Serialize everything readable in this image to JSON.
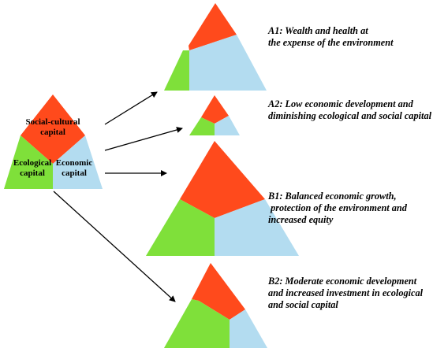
{
  "colors": {
    "social_cultural": "#ff4a1c",
    "ecological": "#7fe03a",
    "economic": "#b3dcf0",
    "arrow": "#000000",
    "text": "#000000"
  },
  "source_triangle": {
    "social_label_line1": "Social-cultural",
    "social_label_line2": "capital",
    "ecological_label_line1": "Ecological",
    "ecological_label_line2": "capital",
    "economic_label_line1": "Economic",
    "economic_label_line2": "capital"
  },
  "scenarios": [
    {
      "code": "A1",
      "line1": "A1: Wealth and health at",
      "line2": "the expense of the environment",
      "line3": ""
    },
    {
      "code": "A2",
      "line1": "A2: Low economic development and",
      "line2": "diminishing  ecological and social capital",
      "line3": ""
    },
    {
      "code": "B1",
      "line1": "B1: Balanced economic growth,",
      "line2": " protection of the environment and",
      "line3": "increased equity"
    },
    {
      "code": "B2",
      "line1": "B2: Moderate economic development",
      "line2": "and increased investment in ecological",
      "line3": "and social capital"
    }
  ]
}
